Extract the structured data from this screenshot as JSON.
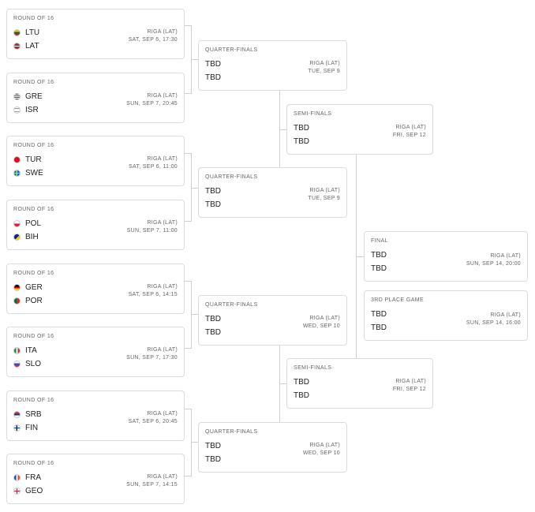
{
  "round16": [
    {
      "stage": "ROUND OF 16",
      "teams": [
        {
          "code": "LTU"
        },
        {
          "code": "LAT"
        }
      ],
      "venue": "RIGA (LAT)",
      "date": "SAT, SEP 6, 17:30"
    },
    {
      "stage": "ROUND OF 16",
      "teams": [
        {
          "code": "GRE"
        },
        {
          "code": "ISR"
        }
      ],
      "venue": "RIGA (LAT)",
      "date": "SUN, SEP 7, 20:45"
    },
    {
      "stage": "ROUND OF 16",
      "teams": [
        {
          "code": "TUR"
        },
        {
          "code": "SWE"
        }
      ],
      "venue": "RIGA (LAT)",
      "date": "SAT, SEP 6, 11:00"
    },
    {
      "stage": "ROUND OF 16",
      "teams": [
        {
          "code": "POL"
        },
        {
          "code": "BIH"
        }
      ],
      "venue": "RIGA (LAT)",
      "date": "SUN, SEP 7, 11:00"
    },
    {
      "stage": "ROUND OF 16",
      "teams": [
        {
          "code": "GER"
        },
        {
          "code": "POR"
        }
      ],
      "venue": "RIGA (LAT)",
      "date": "SAT, SEP 6, 14:15"
    },
    {
      "stage": "ROUND OF 16",
      "teams": [
        {
          "code": "ITA"
        },
        {
          "code": "SLO"
        }
      ],
      "venue": "RIGA (LAT)",
      "date": "SUN, SEP 7, 17:30"
    },
    {
      "stage": "ROUND OF 16",
      "teams": [
        {
          "code": "SRB"
        },
        {
          "code": "FIN"
        }
      ],
      "venue": "RIGA (LAT)",
      "date": "SAT, SEP 6, 20:45"
    },
    {
      "stage": "ROUND OF 16",
      "teams": [
        {
          "code": "FRA"
        },
        {
          "code": "GEO"
        }
      ],
      "venue": "RIGA (LAT)",
      "date": "SUN, SEP 7, 14:15"
    }
  ],
  "quarter": [
    {
      "stage": "QUARTER-FINALS",
      "teams": [
        "TBD",
        "TBD"
      ],
      "venue": "RIGA (LAT)",
      "date": "TUE, SEP 9"
    },
    {
      "stage": "QUARTER-FINALS",
      "teams": [
        "TBD",
        "TBD"
      ],
      "venue": "RIGA (LAT)",
      "date": "TUE, SEP 9"
    },
    {
      "stage": "QUARTER-FINALS",
      "teams": [
        "TBD",
        "TBD"
      ],
      "venue": "RIGA (LAT)",
      "date": "WED, SEP 10"
    },
    {
      "stage": "QUARTER-FINALS",
      "teams": [
        "TBD",
        "TBD"
      ],
      "venue": "RIGA (LAT)",
      "date": "WED, SEP 10"
    }
  ],
  "semi": [
    {
      "stage": "SEMI-FINALS",
      "teams": [
        "TBD",
        "TBD"
      ],
      "venue": "RIGA (LAT)",
      "date": "FRI, SEP 12"
    },
    {
      "stage": "SEMI-FINALS",
      "teams": [
        "TBD",
        "TBD"
      ],
      "venue": "RIGA (LAT)",
      "date": "FRI, SEP 12"
    }
  ],
  "final": {
    "stage": "FINAL",
    "teams": [
      "TBD",
      "TBD"
    ],
    "venue": "RIGA (LAT)",
    "date": "SUN, SEP 14, 20:00"
  },
  "third": {
    "stage": "3RD PLACE GAME",
    "teams": [
      "TBD",
      "TBD"
    ],
    "venue": "RIGA (LAT)",
    "date": "SUN, SEP 14, 16:00"
  }
}
